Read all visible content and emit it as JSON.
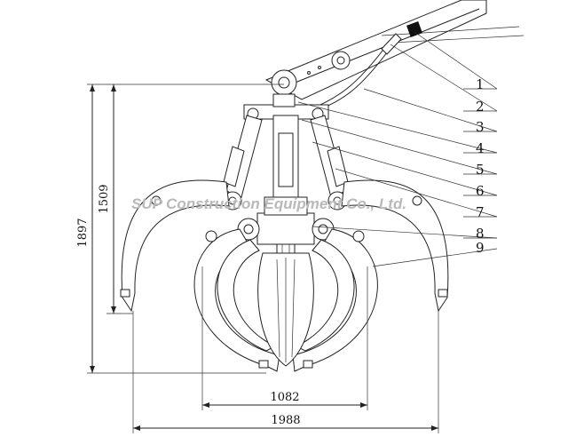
{
  "watermark": "SUP Construction Equipment Co., Ltd.",
  "dimensions": {
    "overall_height": "1897",
    "closed_height": "1509",
    "inner_width": "1082",
    "open_width": "1988"
  },
  "callouts": [
    "1",
    "2",
    "3",
    "4",
    "5",
    "6",
    "7",
    "8",
    "9"
  ],
  "colors": {
    "line": "#222222",
    "watermark": "#b9b9b9",
    "background": "#ffffff"
  }
}
